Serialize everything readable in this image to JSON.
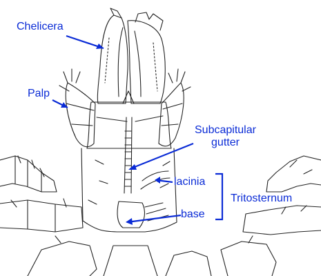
{
  "colors": {
    "label": "#0a2bd6",
    "line_art": "#222222",
    "background": "#ffffff"
  },
  "labels": {
    "chelicera": "Chelicera",
    "palp": "Palp",
    "subcapitular_line1": "Subcapitular",
    "subcapitular_line2": "gutter",
    "lacinia": "lacinia",
    "base": "base",
    "tritosternum": "Tritosternum"
  }
}
